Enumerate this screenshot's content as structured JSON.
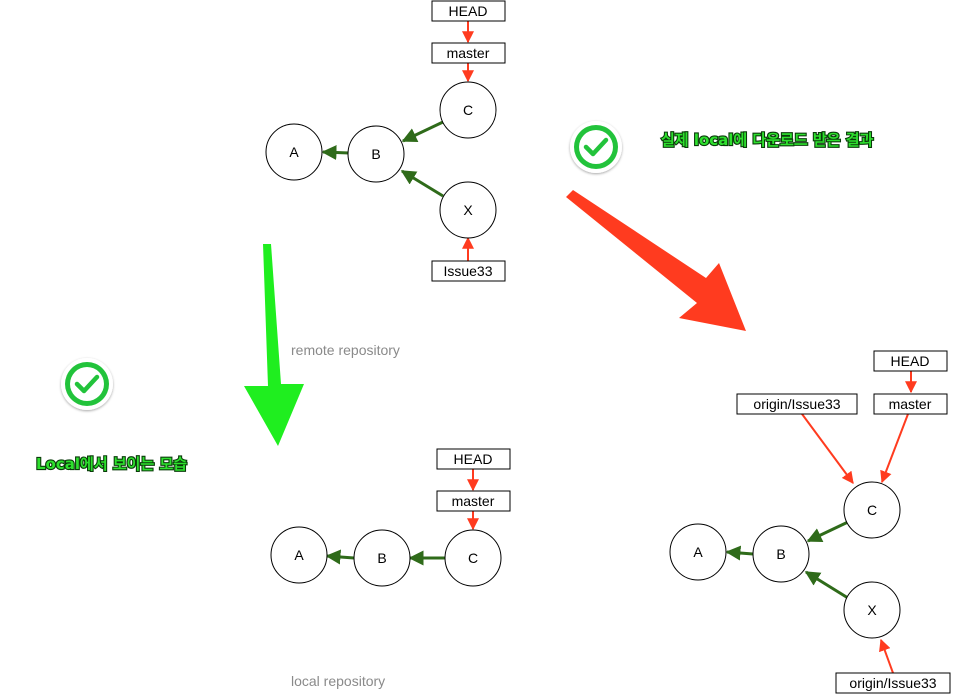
{
  "remote": {
    "commits": [
      "A",
      "B",
      "C",
      "X"
    ],
    "head_label": "HEAD",
    "master_label": "master",
    "branch_label": "Issue33",
    "caption": "remote repository"
  },
  "local": {
    "commits": [
      "A",
      "B",
      "C"
    ],
    "head_label": "HEAD",
    "master_label": "master",
    "caption": "local repository",
    "heading": "Local에서 보이는 모습"
  },
  "downloaded": {
    "commits": [
      "A",
      "B",
      "C",
      "X"
    ],
    "head_label": "HEAD",
    "master_label": "master",
    "origin_label_top": "origin/Issue33",
    "origin_label_bottom": "origin/Issue33",
    "heading": "실제 local에 다운로드 받은 결과"
  },
  "colors": {
    "parent_arrow": "#2f6b1a",
    "ref_arrow": "#ff3b1f",
    "big_green_arrow": "#1fee1f",
    "big_red_arrow": "#ff3b1f",
    "check_badge": "#22c33a"
  },
  "icons": [
    "check-badge-icon",
    "check-badge-icon"
  ]
}
